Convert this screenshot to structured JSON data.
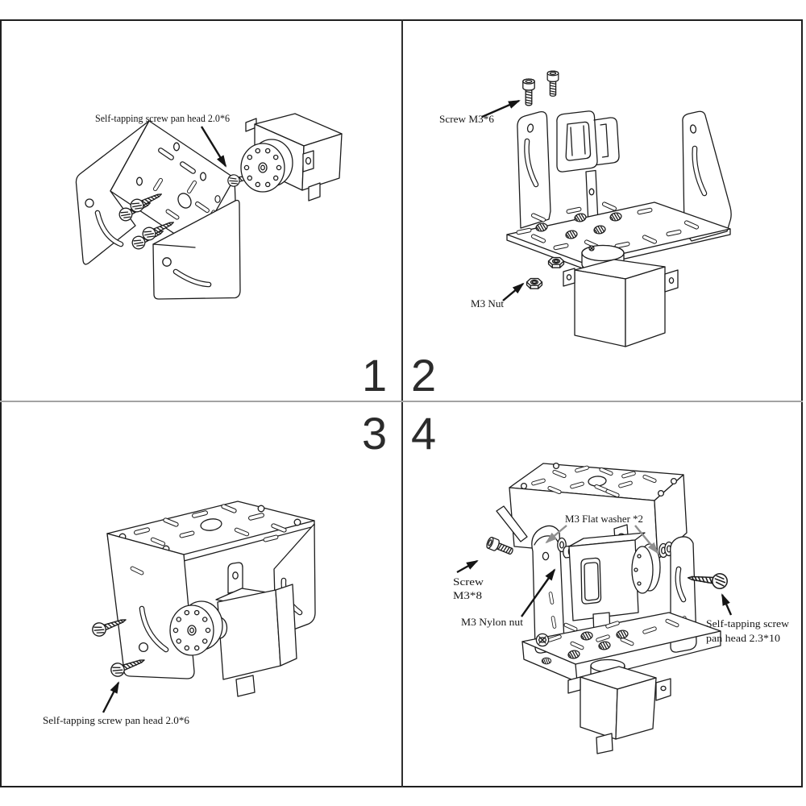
{
  "page": {
    "background": "#ffffff",
    "frame_color": "#1f1f1f",
    "vertical_divider_color": "#2e2e2e",
    "horizontal_divider_color": "#a3a3a3",
    "line_color": "#1c1c1c",
    "gray_arrow_color": "#8f8f8f"
  },
  "panels": [
    {
      "number": "1",
      "labels": {
        "screw": "Self-tapping screw pan head 2.0*6"
      }
    },
    {
      "number": "2",
      "labels": {
        "screw": "Screw M3*6",
        "nut": "M3 Nut"
      }
    },
    {
      "number": "3",
      "labels": {
        "screw": "Self-tapping screw pan head 2.0*6"
      }
    },
    {
      "number": "4",
      "labels": {
        "washer": "M3 Flat washer *2",
        "screw_line1": "Screw",
        "screw_line2": "M3*8",
        "nylon_nut": "M3 Nylon nut",
        "tap_screw_line1": "Self-tapping screw",
        "tap_screw_line2": "pan head 2.3*10"
      }
    }
  ]
}
